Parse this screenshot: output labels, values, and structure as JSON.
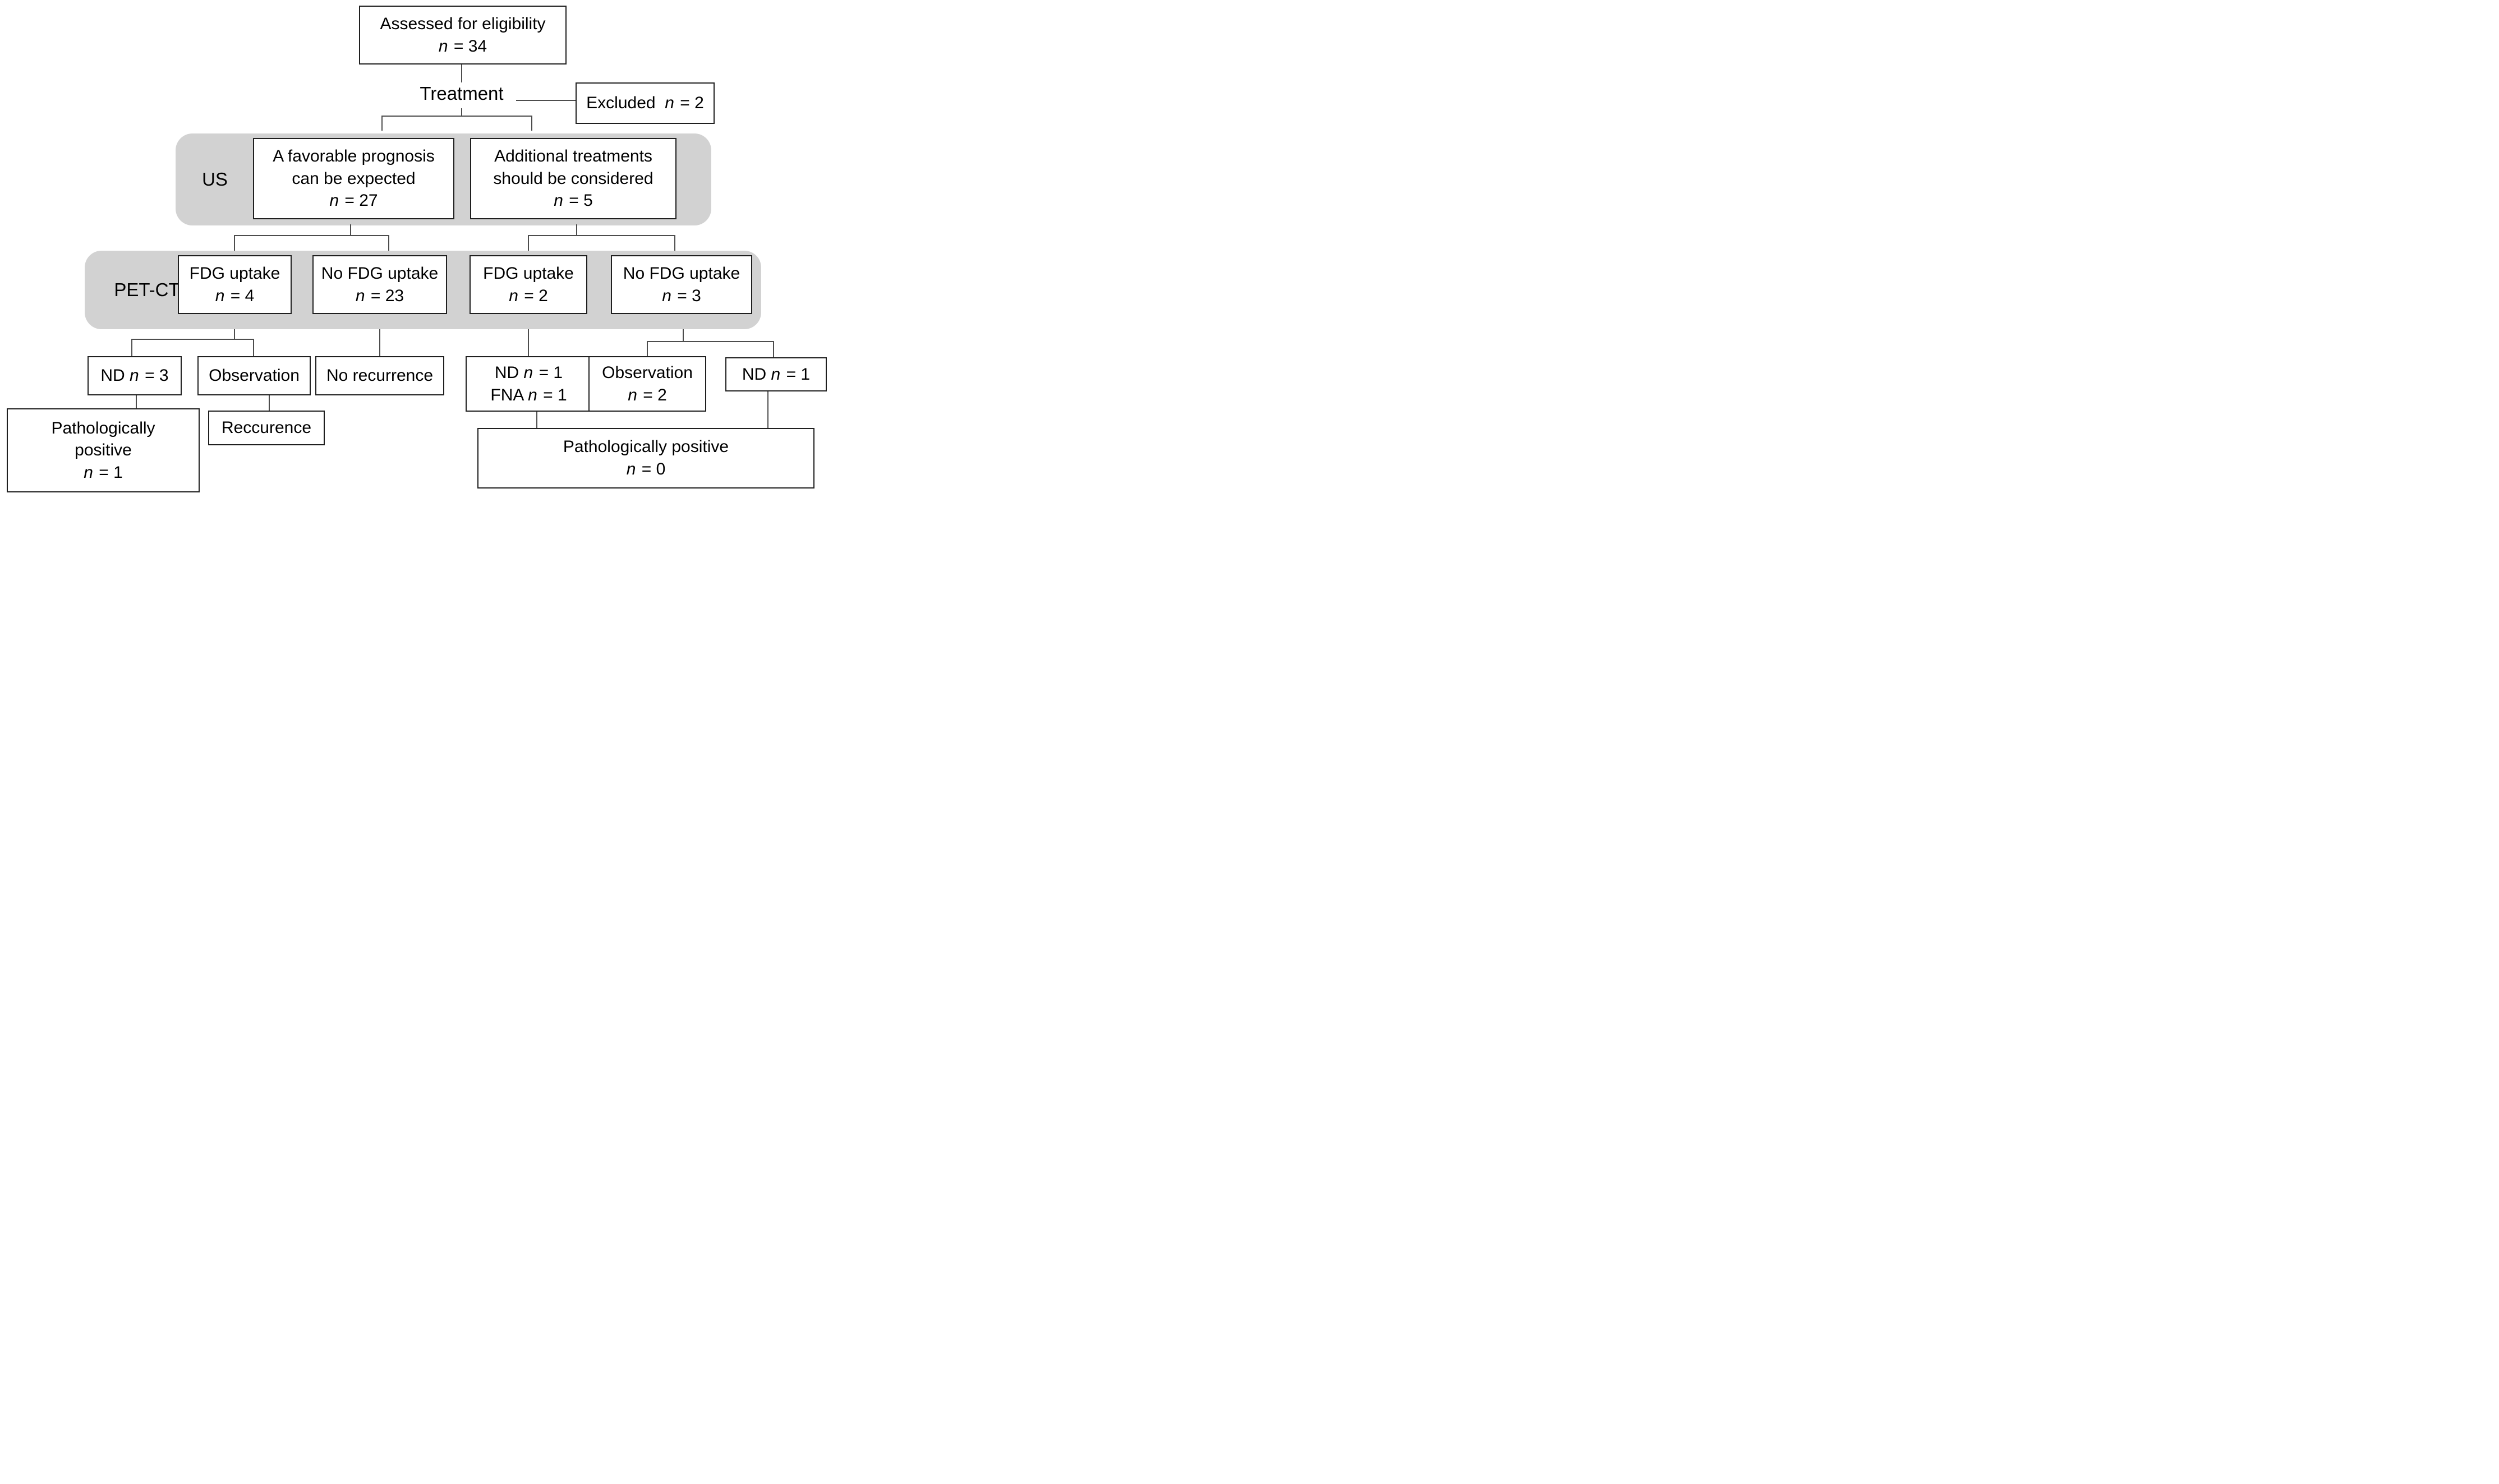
{
  "diagram": {
    "bands": {
      "us": {
        "label": "US"
      },
      "petct": {
        "label": "PET-CT"
      }
    },
    "nodes": {
      "assessed": {
        "lines": [
          "Assessed for eligibility",
          "n = 34"
        ]
      },
      "treatment": {
        "label": "Treatment"
      },
      "excluded": {
        "lines": [
          "Excluded  n = 2"
        ]
      },
      "us_favorable": {
        "lines": [
          "A favorable prognosis",
          "can be expected",
          "n = 27"
        ]
      },
      "us_additional": {
        "lines": [
          "Additional treatments",
          "should be considered",
          "n = 5"
        ]
      },
      "pet_fdg_uptake_4": {
        "lines": [
          "FDG uptake",
          "n = 4"
        ]
      },
      "pet_no_fdg_uptake_23": {
        "lines": [
          "No FDG uptake",
          "n = 23"
        ]
      },
      "pet_fdg_uptake_2": {
        "lines": [
          "FDG uptake",
          "n = 2"
        ]
      },
      "pet_no_fdg_uptake_3": {
        "lines": [
          "No FDG uptake",
          "n = 3"
        ]
      },
      "nd_3": {
        "lines": [
          "ND n = 3"
        ]
      },
      "observation_1": {
        "lines": [
          "Observation"
        ]
      },
      "no_recurrence": {
        "lines": [
          "No recurrence"
        ]
      },
      "nd_1_fna_1": {
        "lines": [
          "ND n = 1",
          "FNA n = 1"
        ]
      },
      "observation_2": {
        "lines": [
          "Observation",
          "n = 2"
        ]
      },
      "nd_1": {
        "lines": [
          "ND n = 1"
        ]
      },
      "path_positive_1": {
        "lines": [
          "Pathologically",
          "positive",
          "n = 1"
        ]
      },
      "reccurence": {
        "lines": [
          "Reccurence"
        ]
      },
      "path_positive_0": {
        "lines": [
          "Pathologically positive",
          "n = 0"
        ]
      }
    },
    "colors": {
      "band_gray": "#d2d2d2",
      "box_border": "#1f1f1f",
      "connector": "#4d4d4d",
      "background": "#ffffff",
      "text": "#000000"
    }
  }
}
